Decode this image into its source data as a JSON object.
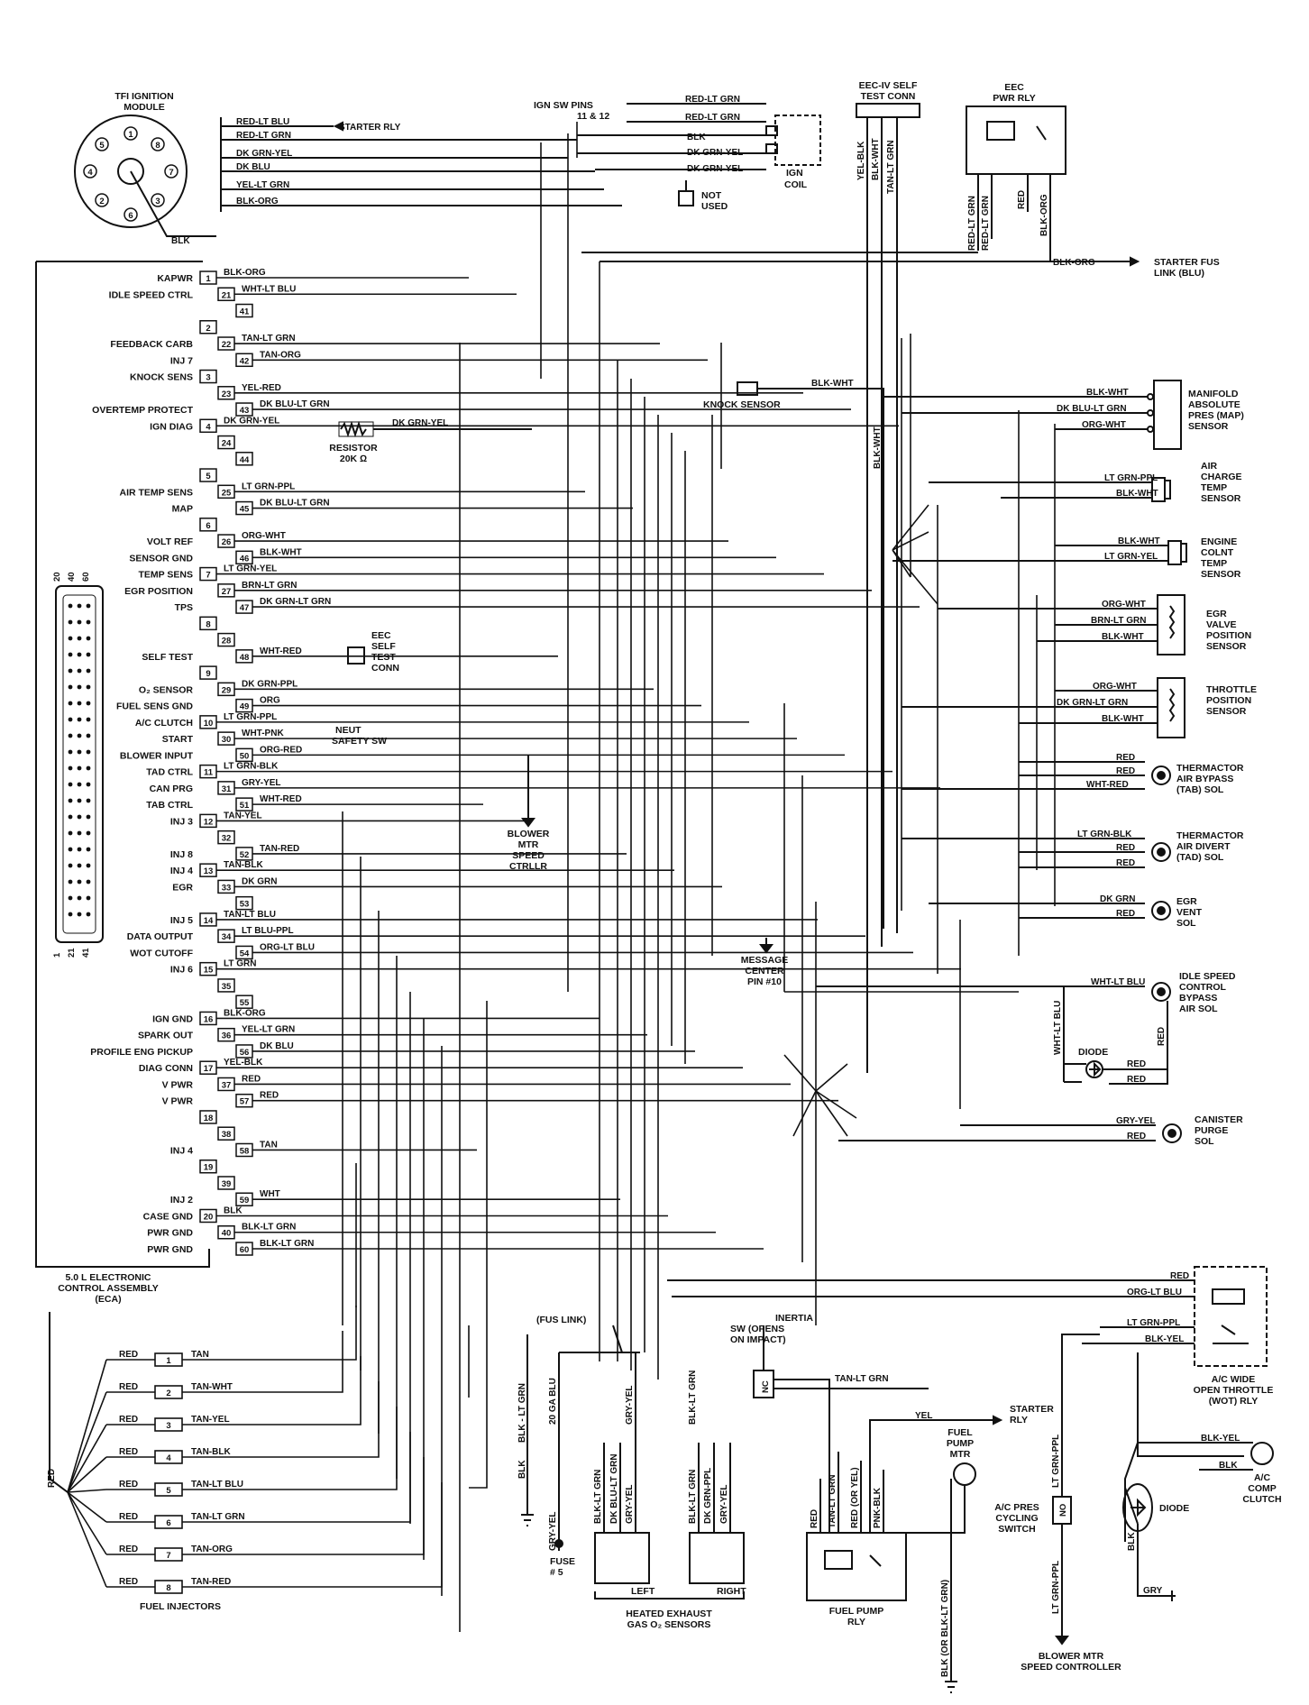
{
  "tfi": {
    "title1": "TFI IGNITION",
    "title2": "MODULE",
    "pins": [
      "1",
      "2",
      "3",
      "4",
      "5",
      "6",
      "7",
      "8"
    ],
    "wires": [
      "RED-LT BLU",
      "RED-LT GRN",
      "DK GRN-YEL",
      "DK BLU",
      "YEL-LT GRN",
      "BLK-ORG"
    ],
    "blk": "BLK",
    "starter_rly": "STARTER RLY"
  },
  "ign": {
    "sw_pins1": "IGN SW PINS",
    "sw_pins2": "11 & 12",
    "wires": [
      "RED-LT GRN",
      "RED-LT GRN",
      "BLK",
      "DK GRN-YEL",
      "DK GRN-YEL"
    ],
    "coil1": "IGN",
    "coil2": "COIL",
    "not_used1": "NOT",
    "not_used2": "USED"
  },
  "eec_test": {
    "t1": "EEC-IV SELF",
    "t2": "TEST  CONN",
    "wires": [
      "YEL-BLK",
      "BLK-WHT",
      "TAN-LT GRN"
    ]
  },
  "pwr_rly": {
    "t1": "EEC",
    "t2": "PWR RLY",
    "wires": [
      "RED-LT GRN",
      "RED-LT GRN",
      "RED",
      "BLK-ORG"
    ]
  },
  "starter_fus": {
    "wire": "BLK-ORG",
    "t1": "STARTER FUS",
    "t2": "LINK (BLU)"
  },
  "eca": {
    "rows": [
      {
        "label": "KAPWR",
        "pins": [
          "1"
        ],
        "wire": "BLK-ORG"
      },
      {
        "label": "IDLE SPEED CTRL",
        "pins": [
          "21"
        ],
        "wire": "WHT-LT BLU"
      },
      {
        "label": "",
        "pins": [
          "41"
        ],
        "wire": ""
      },
      {
        "label": "",
        "pins": [
          "2"
        ],
        "wire": ""
      },
      {
        "label": "FEEDBACK CARB",
        "pins": [
          "22"
        ],
        "wire": "TAN-LT GRN"
      },
      {
        "label": "INJ 7",
        "pins": [
          "42"
        ],
        "wire": "TAN-ORG"
      },
      {
        "label": "KNOCK SENS",
        "pins": [
          "3"
        ],
        "wire": ""
      },
      {
        "label": "",
        "pins": [
          "23"
        ],
        "wire": "YEL-RED"
      },
      {
        "label": "OVERTEMP PROTECT",
        "pins": [
          "43"
        ],
        "wire": "DK BLU-LT GRN"
      },
      {
        "label": "IGN DIAG",
        "pins": [
          "4"
        ],
        "wire": "DK GRN-YEL"
      },
      {
        "label": "",
        "pins": [
          "24"
        ],
        "wire": ""
      },
      {
        "label": "",
        "pins": [
          "44"
        ],
        "wire": ""
      },
      {
        "label": "",
        "pins": [
          "5"
        ],
        "wire": ""
      },
      {
        "label": "AIR TEMP SENS",
        "pins": [
          "25"
        ],
        "wire": "LT GRN-PPL"
      },
      {
        "label": "MAP",
        "pins": [
          "45"
        ],
        "wire": "DK BLU-LT GRN"
      },
      {
        "label": "",
        "pins": [
          "6"
        ],
        "wire": ""
      },
      {
        "label": "VOLT REF",
        "pins": [
          "26"
        ],
        "wire": "ORG-WHT"
      },
      {
        "label": "SENSOR GND",
        "pins": [
          "46"
        ],
        "wire": "BLK-WHT"
      },
      {
        "label": "TEMP SENS",
        "pins": [
          "7"
        ],
        "wire": "LT GRN-YEL"
      },
      {
        "label": "EGR POSITION",
        "pins": [
          "27"
        ],
        "wire": "BRN-LT GRN"
      },
      {
        "label": "TPS",
        "pins": [
          "47"
        ],
        "wire": "DK GRN-LT GRN"
      },
      {
        "label": "",
        "pins": [
          "8"
        ],
        "wire": ""
      },
      {
        "label": "",
        "pins": [
          "28"
        ],
        "wire": ""
      },
      {
        "label": "SELF TEST",
        "pins": [
          "48"
        ],
        "wire": "WHT-RED"
      },
      {
        "label": "",
        "pins": [
          "9"
        ],
        "wire": ""
      },
      {
        "label": "O₂ SENSOR",
        "pins": [
          "29"
        ],
        "wire": "DK GRN-PPL"
      },
      {
        "label": "FUEL SENS GND",
        "pins": [
          "49"
        ],
        "wire": "ORG"
      },
      {
        "label": "A/C CLUTCH",
        "pins": [
          "10"
        ],
        "wire": "LT GRN-PPL"
      },
      {
        "label": "START",
        "pins": [
          "30"
        ],
        "wire": "WHT-PNK"
      },
      {
        "label": "BLOWER INPUT",
        "pins": [
          "50"
        ],
        "wire": "ORG-RED"
      },
      {
        "label": "TAD CTRL",
        "pins": [
          "11"
        ],
        "wire": "LT GRN-BLK"
      },
      {
        "label": "CAN PRG",
        "pins": [
          "31"
        ],
        "wire": "GRY-YEL"
      },
      {
        "label": "TAB CTRL",
        "pins": [
          "51"
        ],
        "wire": "WHT-RED"
      },
      {
        "label": "INJ 3",
        "pins": [
          "12"
        ],
        "wire": "TAN-YEL"
      },
      {
        "label": "",
        "pins": [
          "32"
        ],
        "wire": ""
      },
      {
        "label": "INJ 8",
        "pins": [
          "52"
        ],
        "wire": "TAN-RED"
      },
      {
        "label": "INJ 4",
        "pins": [
          "13"
        ],
        "wire": "TAN-BLK"
      },
      {
        "label": "EGR",
        "pins": [
          "33"
        ],
        "wire": "DK GRN"
      },
      {
        "label": "",
        "pins": [
          "53"
        ],
        "wire": ""
      },
      {
        "label": "INJ 5",
        "pins": [
          "14"
        ],
        "wire": "TAN-LT BLU"
      },
      {
        "label": "DATA OUTPUT",
        "pins": [
          "34"
        ],
        "wire": "LT BLU-PPL"
      },
      {
        "label": "WOT CUTOFF",
        "pins": [
          "54"
        ],
        "wire": "ORG-LT BLU"
      },
      {
        "label": "INJ 6",
        "pins": [
          "15"
        ],
        "wire": "LT GRN"
      },
      {
        "label": "",
        "pins": [
          "35"
        ],
        "wire": ""
      },
      {
        "label": "",
        "pins": [
          "55"
        ],
        "wire": ""
      },
      {
        "label": "IGN GND",
        "pins": [
          "16"
        ],
        "wire": "BLK-ORG"
      },
      {
        "label": "SPARK OUT",
        "pins": [
          "36"
        ],
        "wire": "YEL-LT GRN"
      },
      {
        "label": "PROFILE ENG PICKUP",
        "pins": [
          "56"
        ],
        "wire": "DK BLU"
      },
      {
        "label": "DIAG CONN",
        "pins": [
          "17"
        ],
        "wire": "YEL-BLK"
      },
      {
        "label": "V PWR",
        "pins": [
          "37"
        ],
        "wire": "RED"
      },
      {
        "label": "V PWR",
        "pins": [
          "57"
        ],
        "wire": "RED"
      },
      {
        "label": "",
        "pins": [
          "18"
        ],
        "wire": ""
      },
      {
        "label": "",
        "pins": [
          "38"
        ],
        "wire": ""
      },
      {
        "label": "INJ 4",
        "pins": [
          "58"
        ],
        "wire": "TAN"
      },
      {
        "label": "",
        "pins": [
          "19"
        ],
        "wire": ""
      },
      {
        "label": "",
        "pins": [
          "39"
        ],
        "wire": ""
      },
      {
        "label": "INJ 2",
        "pins": [
          "59"
        ],
        "wire": "WHT"
      },
      {
        "label": "CASE GND",
        "pins": [
          "20"
        ],
        "wire": "BLK"
      },
      {
        "label": "PWR GND",
        "pins": [
          "40"
        ],
        "wire": "BLK-LT GRN"
      },
      {
        "label": "PWR GND",
        "pins": [
          "60"
        ],
        "wire": "BLK-LT GRN"
      }
    ],
    "t1": "5.0 L ELECTRONIC",
    "t2": "CONTROL ASSEMBLY",
    "t3": "(ECA)",
    "conn_top": [
      "20",
      "40",
      "60"
    ],
    "conn_bot": [
      "1",
      "21",
      "41"
    ]
  },
  "resistor": {
    "t1": "RESISTOR",
    "t2": "20K Ω",
    "wire": "DK GRN-YEL"
  },
  "knock": {
    "label": "KNOCK SENSOR",
    "wire": "BLK-WHT",
    "vert": "BLK-WHT"
  },
  "self_test_conn": {
    "t1": "EEC",
    "t2": "SELF",
    "t3": "TEST",
    "t4": "CONN"
  },
  "neut": {
    "t1": "NEUT",
    "t2": "SAFETY SW"
  },
  "blower": {
    "t1": "BLOWER",
    "t2": "MTR",
    "t3": "SPEED",
    "t4": "CTRLLR"
  },
  "msg": {
    "t1": "MESSAGE",
    "t2": "CENTER",
    "t3": "PIN #10"
  },
  "sensors": {
    "map": {
      "wires": [
        "BLK-WHT",
        "DK BLU-LT GRN",
        "ORG-WHT"
      ],
      "t": [
        "MANIFOLD",
        "ABSOLUTE",
        "PRES (MAP)",
        "SENSOR"
      ]
    },
    "act": {
      "wires": [
        "LT GRN-PPL",
        "BLK-WHT"
      ],
      "t": [
        "AIR",
        "CHARGE",
        "TEMP",
        "SENSOR"
      ]
    },
    "ect": {
      "wires": [
        "BLK-WHT",
        "LT GRN-YEL"
      ],
      "t": [
        "ENGINE",
        "COLNT",
        "TEMP",
        "SENSOR"
      ]
    },
    "evp": {
      "wires": [
        "ORG-WHT",
        "BRN-LT GRN",
        "BLK-WHT"
      ],
      "t": [
        "EGR",
        "VALVE",
        "POSITION",
        "SENSOR"
      ]
    },
    "tps": {
      "wires": [
        "ORG-WHT",
        "DK GRN-LT GRN",
        "BLK-WHT"
      ],
      "t": [
        "THROTTLE",
        "POSITION",
        "SENSOR"
      ]
    },
    "tab": {
      "wires": [
        "RED",
        "RED",
        "WHT-RED"
      ],
      "t": [
        "THERMACTOR",
        "AIR BYPASS",
        "(TAB) SOL"
      ]
    },
    "tad": {
      "wires": [
        "LT GRN-BLK",
        "RED",
        "RED"
      ],
      "t": [
        "THERMACTOR",
        "AIR DIVERT",
        "(TAD) SOL"
      ]
    },
    "egrv": {
      "wires": [
        "DK GRN",
        "RED"
      ],
      "t": [
        "EGR",
        "VENT",
        "SOL"
      ]
    },
    "isc": {
      "wires": [
        "WHT-LT BLU",
        "WHT-LT BLU",
        "RED",
        "RED",
        "RED"
      ],
      "diode": "DIODE",
      "t": [
        "IDLE SPEED",
        "CONTROL",
        "BYPASS",
        "AIR SOL"
      ]
    },
    "can": {
      "wires": [
        "GRY-YEL",
        "RED"
      ],
      "t": [
        "CANISTER",
        "PURGE",
        "SOL"
      ]
    },
    "wot": {
      "wires": [
        "RED",
        "ORG-LT BLU",
        "LT GRN-PPL",
        "BLK-YEL"
      ],
      "t": [
        "A/C WIDE",
        "OPEN THROTTLE",
        "(WOT) RLY"
      ]
    }
  },
  "injectors": {
    "nums": [
      "1",
      "2",
      "3",
      "4",
      "5",
      "6",
      "7",
      "8"
    ],
    "red": "RED",
    "wires": [
      "TAN",
      "TAN-WHT",
      "TAN-YEL",
      "TAN-BLK",
      "TAN-LT BLU",
      "TAN-LT GRN",
      "TAN-ORG",
      "TAN-RED"
    ],
    "label": "FUEL  INJECTORS",
    "red_vert": "RED"
  },
  "hego": {
    "fus_link": "(FUS LINK)",
    "blk_lt_grn": "BLK - LT GRN",
    "blk": "BLK",
    "ga": "20 GA  BLU",
    "gry_yel": "GRY-YEL",
    "fuse1": "FUSE",
    "fuse2": "# 5",
    "left_wires": [
      "BLK-LT GRN",
      "DK BLU-LT GRN",
      "GRY-YEL"
    ],
    "right_wires": [
      "BLK-LT GRN",
      "DK GRN-PPL",
      "GRY-YEL"
    ],
    "top_wires": [
      "GRY-YEL",
      "BLK-LT GRN"
    ],
    "left": "LEFT",
    "right": "RIGHT",
    "t1": "HEATED EXHAUST",
    "t2": "GAS O₂ SENSORS"
  },
  "fuel": {
    "inertia": [
      "INERTIA",
      "SW (OPENS",
      "ON IMPACT)"
    ],
    "nc": "NC",
    "tan_lt_grn": "TAN-LT GRN",
    "yel": "YEL",
    "starter": [
      "STARTER",
      "RLY"
    ],
    "pump_mtr": [
      "FUEL",
      "PUMP",
      "MTR"
    ],
    "rly_wires": [
      "RED",
      "TAN-LT GRN",
      "RED (OR YEL)",
      "PNK-BLK"
    ],
    "gnd_wire": "BLK (OR BLK-LT GRN)",
    "rly": [
      "FUEL PUMP",
      "RLY"
    ]
  },
  "ac": {
    "cyc": [
      "A/C PRES",
      "CYCLING",
      "SWITCH"
    ],
    "no": "NO",
    "wires": [
      "LT GRN-PPL",
      "LT GRN-PPL",
      "BLK",
      "GRY"
    ],
    "blower": [
      "BLOWER  MTR",
      "SPEED  CONTROLLER"
    ],
    "clutch_wires": [
      "BLK-YEL",
      "BLK"
    ],
    "clutch": [
      "A/C",
      "COMP",
      "CLUTCH"
    ],
    "diode": "DIODE"
  }
}
